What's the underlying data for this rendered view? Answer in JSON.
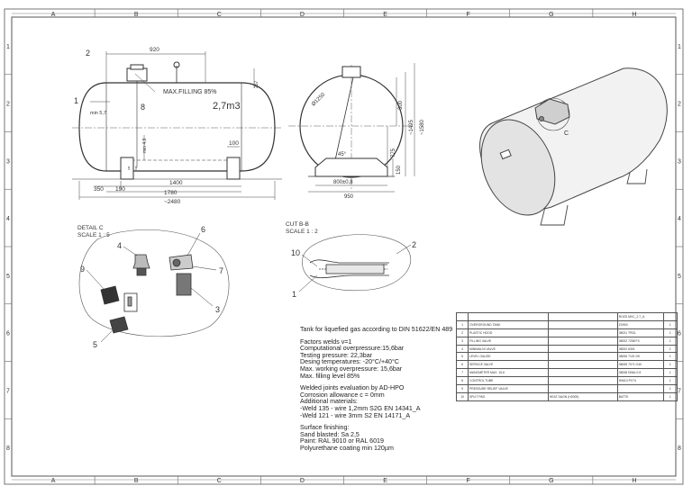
{
  "border": {
    "columns": [
      "A",
      "B",
      "C",
      "D",
      "E",
      "F",
      "G",
      "H"
    ],
    "rows": [
      "1",
      "2",
      "3",
      "4",
      "5",
      "6",
      "7",
      "8"
    ]
  },
  "views": {
    "side": {
      "dims": {
        "top": "920",
        "total": "~2480",
        "length": "1780",
        "supports": "1400",
        "left": "350",
        "left_inner": "190",
        "support_width": "100",
        "height_right": "257",
        "min_level": "min 4,9",
        "weld_gap": "min 5,7",
        "small_a": "ca",
        "small_b": "ca"
      },
      "labels": {
        "max_fill": "MAX.FILLING 85%",
        "volume": "2,7m3",
        "item_1": "1",
        "item_2": "2",
        "item_8": "8"
      }
    },
    "end": {
      "dims": {
        "diameter": "Ø1250",
        "height_total": "~1580",
        "height_body": "~1495",
        "valve_offset": "300",
        "axis_height": "775",
        "foot_height": "150",
        "foot_span": "800±0,8",
        "base_width": "950",
        "angle": "45°"
      }
    },
    "detail_c": {
      "title": "DETAIL C",
      "scale": "SCALE 1 : 5",
      "items": [
        "4",
        "6",
        "9",
        "7",
        "3",
        "5"
      ]
    },
    "cut_bb": {
      "title": "CUT B-B",
      "scale": "SCALE 1 : 2",
      "items": [
        "10",
        "2",
        "1"
      ]
    },
    "iso": {
      "label": "C"
    }
  },
  "notes": {
    "title": "Tank for liquefied gas according to DIN 51622/EN 489",
    "factor": "Factors welds v=1",
    "computational": "Computational overpressure:15,6bar",
    "testing": "Testing pressure:                   22,3bar",
    "temps": "Desing temperatures:        -20°C/+40°C",
    "working": "Max. working overpressure:     15,6bar",
    "filling": "Max. filling level 85%",
    "weld_eval": "Welded joints evaluation by AD-HPO",
    "corrosion": "Corrosion allowance c = 0mm",
    "materials": "Additional materials:",
    "weld_135": "-Weld 135 - wire 1,2mm S2G EN 14341_A",
    "weld_121": "-Weld 121 - wire 3mm S2 EN 14171_A",
    "finishing": "Surface finishing:",
    "sand": "Sand blasted: Sa 2,5",
    "paint": "Paint: RAL 9010 or RAL 6019",
    "coating": "Polyurethane coating min 120µm"
  },
  "bom": {
    "header": {
      "name": "",
      "mid": "",
      "code": "ROZS MVC_2.7_A",
      "qty": ""
    },
    "rows": [
      {
        "no": "1",
        "name": "OVERGROUND TANK",
        "mid": "",
        "code": "ZX900",
        "qty": "1"
      },
      {
        "no": "2",
        "name": "PLASTIC HOOD",
        "mid": "",
        "code": "38021 TROL",
        "qty": "1"
      },
      {
        "no": "3",
        "name": "FILLING VALVE",
        "mid": "",
        "code": "38002 7258 FX",
        "qty": "1"
      },
      {
        "no": "4",
        "name": "MINIMALNI VALVE",
        "mid": "",
        "code": "38002 6391",
        "qty": "1"
      },
      {
        "no": "5",
        "name": "LEVEL GAUGE",
        "mid": "",
        "code": "38006 7101 DK",
        "qty": "1"
      },
      {
        "no": "6",
        "name": "SERVICE VALVE",
        "mid": "",
        "code": "38005 7071 G40",
        "qty": "1"
      },
      {
        "no": "7",
        "name": "MANOMETER MAX. 15,6",
        "mid": "",
        "code": "38008 DN6x 0.5",
        "qty": "1"
      },
      {
        "no": "8",
        "name": "CONTROL TUBE",
        "mid": "",
        "code": "H0610 PV74",
        "qty": "1"
      },
      {
        "no": "9",
        "name": "PRESSURE RELIEF VALVE",
        "mid": "",
        "code": "",
        "qty": "1"
      },
      {
        "no": "10",
        "name": "SPLIT PAD",
        "mid": "HEAT DAGN (H2000)",
        "code": "BATTE",
        "qty": "1"
      }
    ]
  }
}
